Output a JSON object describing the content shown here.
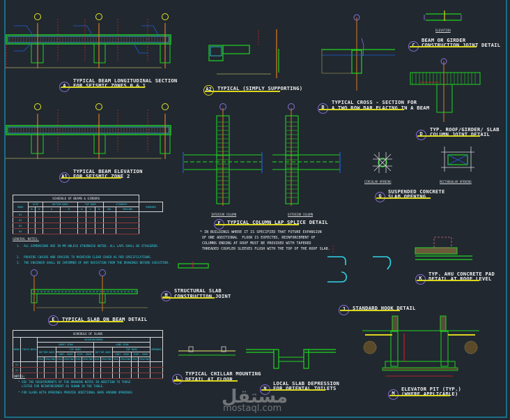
{
  "drawing": {
    "background": "#212830",
    "frame_color": "#1b6e86",
    "palette": {
      "concrete_outline": "#21d421",
      "rebar": "#2fd6e8",
      "grid_line": "#e07a1f",
      "dimension": "#d8d8d8",
      "hidden_line": "#e02020",
      "leader": "#1f5fd6",
      "title_underline": "#d9d61e",
      "tag_circle": "#8a6fd8"
    }
  },
  "details": [
    {
      "tag": "A",
      "title_line1": "TYPICAL BEAM LONGITUDINAL SECTION",
      "title_line2": "FOR SEISMIC ZONES 0 & 1"
    },
    {
      "tag": "A1",
      "title_line1": "TYPICAL BEAM ELEVATION",
      "title_line2": "FOR SEISMIC ZONE 2"
    },
    {
      "tag": "A2",
      "title_line1": "TYPICAL (SIMPLY SUPPORTING)",
      "title_line2": ""
    },
    {
      "tag": "B",
      "title_line1": "TYPICAL CROSS - SECTION FOR",
      "title_line2": "A TWO ROW BAR PLACING IN A BEAM"
    },
    {
      "tag": "C",
      "title_line1": "BEAM OR GIRDER",
      "title_line2": "CONSTRUCTION JOINT DETAIL"
    },
    {
      "tag": "D",
      "title_line1": "TYP. ROOF/GIRDER/ SLAB",
      "title_line2": "COLUMN JOINT DETAIL"
    },
    {
      "tag": "F",
      "title_line1": "TYPICAL COLUMN LAP SPLICE DETAIL",
      "title_line2": ""
    },
    {
      "tag": "G",
      "title_line1": "SUSPENDED CONCRETE",
      "title_line2": "SLAB OPENING"
    },
    {
      "tag": "E",
      "title_line1": "TYPICAL SLAB ON BEAM DETAIL",
      "title_line2": ""
    },
    {
      "tag": "H",
      "title_line1": "STRUCTURAL SLAB",
      "title_line2": "CONSTRUCTION JOINT"
    },
    {
      "tag": "J",
      "title_line1": "STANDARD HOOK DETAIL",
      "title_line2": ""
    },
    {
      "tag": "K",
      "title_line1": "TYP. AHU CONCRETE PAD",
      "title_line2": "DETAIL AT ROOF LEVEL"
    },
    {
      "tag": "L",
      "title_line1": "TYPICAL CHILLAR MOUNTING",
      "title_line2": "DETAIL AT FLOOR"
    },
    {
      "tag": "N",
      "title_line1": "LOCAL SLAB DEPRESSION",
      "title_line2": "FOR ORIENTAL TOILETS"
    },
    {
      "tag": "M",
      "title_line1": "ELEVATOR PIT (TYP.)",
      "title_line2": "(WHERE APPLICABLE)"
    }
  ],
  "sublabels": {
    "elevation": "ELEVATION",
    "interior_column": "INTERIOR COLUMN",
    "exterior_column": "EXTERIOR COLUMN",
    "circular_opening": "CIRCULAR OPENING",
    "rectangular_opening": "RECTANGULAR OPENING"
  },
  "column_note": [
    "* IN BUILDINGS WHERE IT IS SPECIFIED THAT FUTURE EXPANSION",
    "OF ONE ADDITIONAL  FLOOR IS EXPECTED, REINFORCEMENT OF",
    "COLUMNS ENDING AT ROOF MUST BE PROVIDED WITH TAPERED",
    "THREADED COUPLER SLEEVES FLUSH WITH THE TOP OF THE ROOF SLAB."
  ],
  "schedule_beams": {
    "title": "SCHEDULE OF BEAMS & GIRDERS",
    "group_headers": [
      "MARK",
      "SIZE",
      "BOTTOM BARS",
      "TOP BARS",
      "STIRRUPS",
      "REMARKS"
    ],
    "sub_headers": [
      "B",
      "D",
      "A",
      "B",
      "A",
      "C",
      "B",
      "NO.",
      "SPACING"
    ],
    "rows": [
      "B1",
      "B2",
      "B3",
      "B4"
    ]
  },
  "general_notes": {
    "heading": "GENERAL NOTES:",
    "items": [
      "1.  ALL DIMENSIONS ARE IN MM UNLESS OTHERWISE NOTED. ALL LAPS SHALL BE STAGGERED.",
      "2.  PROVIDE CHAIRS AND SPACERS TO MAINTAIN CLEAR COVER AS PER SPECIFICATIONS.",
      "3.  THE ENGINEER SHALL BE INFORMED OF ANY DEVIATION FROM THE DRAWINGS BEFORE EXECUTION."
    ]
  },
  "schedule_slabs": {
    "title": "SCHEDULE OF SLABS",
    "group_headers": [
      "MARK",
      "THICK-NESS",
      "REINFORCEMENT",
      "REMARKS"
    ],
    "sub_groups": [
      "SHORT SPAN",
      "LONG SPAN"
    ],
    "bar_groups": [
      "BOTTOM BARS",
      "TOP BARS",
      "BOTTOM BARS",
      "TOP BARS"
    ],
    "top_sub": [
      "CONT. EDGE",
      "DISC. EDGE",
      "CONT. EDGE",
      "DISC. EDGE"
    ],
    "cols": [
      "DIA",
      "SPACING"
    ],
    "rows": [
      "S1",
      "S2",
      "S3"
    ]
  },
  "slab_notes": {
    "heading": "NOTES:",
    "items": [
      "* SEE THE REQUIREMENTS OF THE DRAWING NOTES IN ADDITION TO THOSE",
      "  LISTED FOR REINFORCEMENT AS SHOWN IN THE TABLE.",
      "* FOR SLABS WITH OPENINGS PROVIDE ADDITIONAL BARS AROUND OPENINGS"
    ]
  },
  "watermark": {
    "arabic": "مستقل",
    "latin": "mostaql.com"
  }
}
